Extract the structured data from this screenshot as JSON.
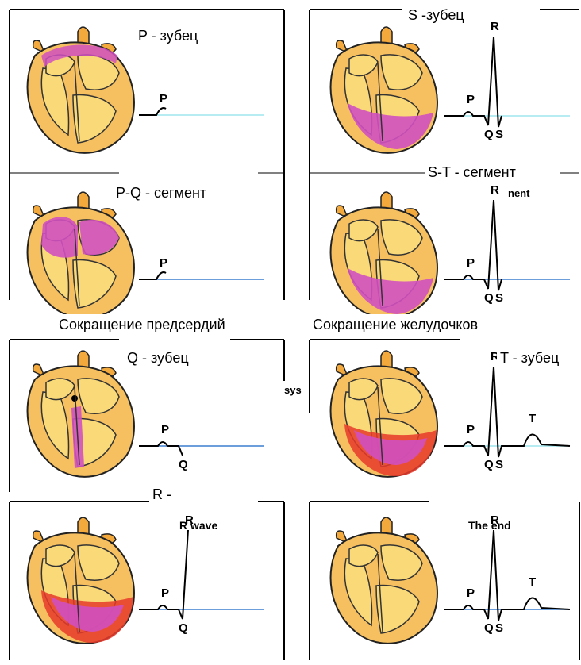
{
  "panels": [
    {
      "title": "P - зубец"
    },
    {
      "title": "S -зубец"
    },
    {
      "title": "P-Q - сегмент"
    },
    {
      "title": "S-T - сегмент"
    },
    {
      "title": "Q - зубец"
    },
    {
      "title": "T - зубец"
    },
    {
      "title": "R -"
    },
    {
      "title": ""
    }
  ],
  "captions": {
    "atria": "Сокращение предсердий",
    "ventricles": "Сокращение желудочков"
  },
  "inner_labels": {
    "r_wave": "R wave",
    "the_end": "The end",
    "segment_fragment": "nent",
    "sys_fragment": "sys"
  },
  "wave_letters": {
    "p": "P",
    "q": "Q",
    "r": "R",
    "s": "S",
    "t": "T"
  },
  "colors": {
    "heart_outer": "#f6c060",
    "heart_inner": "#f9d978",
    "depolarized": "#d050c0",
    "active_red": "#e8392a",
    "baseline_blue": "#3c7fd0",
    "baseline_cyan": "#9fe6ef",
    "vessel": "#f3a93c"
  }
}
